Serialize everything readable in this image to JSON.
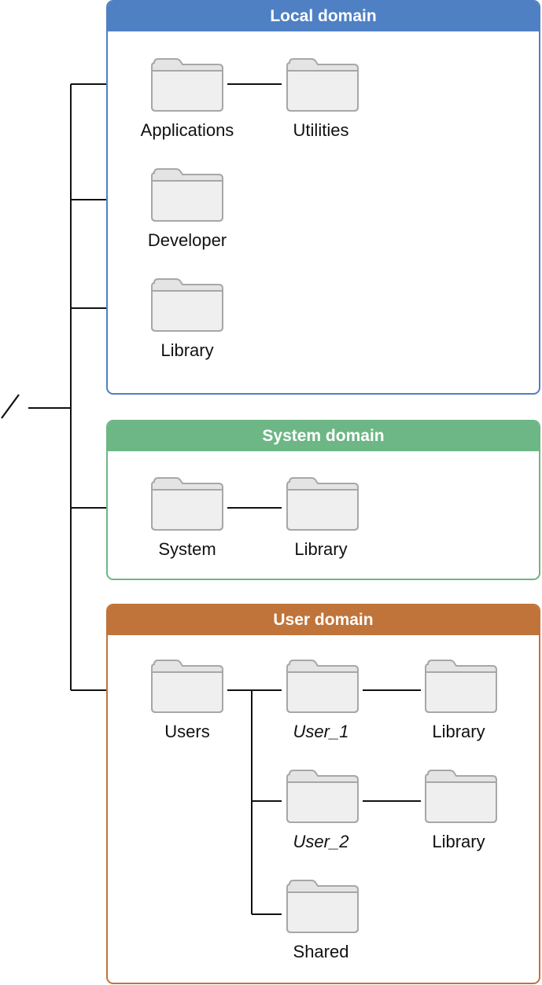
{
  "root": {
    "label": "/"
  },
  "domains": {
    "local": {
      "title": "Local domain",
      "color": "#4f80c4",
      "folders": {
        "applications": "Applications",
        "utilities": "Utilities",
        "developer": "Developer",
        "library": "Library"
      }
    },
    "system": {
      "title": "System domain",
      "color": "#6db685",
      "folders": {
        "system": "System",
        "library": "Library"
      }
    },
    "user": {
      "title": "User domain",
      "color": "#c0743a",
      "folders": {
        "users": "Users",
        "user_1": "User_1",
        "user_1_library": "Library",
        "user_2": "User_2",
        "user_2_library": "Library",
        "shared": "Shared"
      }
    }
  },
  "icons": {
    "folder": "folder-icon"
  }
}
